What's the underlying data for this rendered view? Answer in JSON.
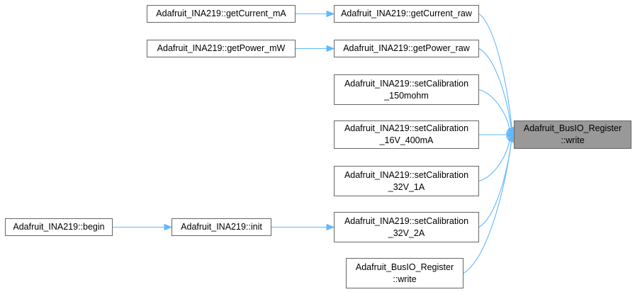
{
  "colors": {
    "edge": "#63b8ff",
    "node_border": "#666666",
    "target_fill": "#999999"
  },
  "nodes": {
    "getCurrent_mA": {
      "lines": [
        "Adafruit_INA219::getCurrent_mA"
      ]
    },
    "getCurrent_raw": {
      "lines": [
        "Adafruit_INA219::getCurrent_raw"
      ]
    },
    "getPower_mW": {
      "lines": [
        "Adafruit_INA219::getPower_mW"
      ]
    },
    "getPower_raw": {
      "lines": [
        "Adafruit_INA219::getPower_raw"
      ]
    },
    "setCal_150": {
      "lines": [
        "Adafruit_INA219::setCalibration",
        "_150mohm"
      ]
    },
    "setCal_16V": {
      "lines": [
        "Adafruit_INA219::setCalibration",
        "_16V_400mA"
      ]
    },
    "setCal_32V1A": {
      "lines": [
        "Adafruit_INA219::setCalibration",
        "_32V_1A"
      ]
    },
    "setCal_32V2A": {
      "lines": [
        "Adafruit_INA219::setCalibration",
        "_32V_2A"
      ]
    },
    "busio_write_caller": {
      "lines": [
        "Adafruit_BusIO_Register",
        "::write"
      ]
    },
    "begin": {
      "lines": [
        "Adafruit_INA219::begin"
      ]
    },
    "init": {
      "lines": [
        "Adafruit_INA219::init"
      ]
    },
    "busio_write_target": {
      "lines": [
        "Adafruit_BusIO_Register",
        "::write"
      ]
    }
  },
  "edges": [
    {
      "from": "getCurrent_mA",
      "to": "getCurrent_raw"
    },
    {
      "from": "getPower_mW",
      "to": "getPower_raw"
    },
    {
      "from": "begin",
      "to": "init"
    },
    {
      "from": "init",
      "to": "setCal_32V2A"
    },
    {
      "from": "getCurrent_raw",
      "to": "busio_write_target"
    },
    {
      "from": "getPower_raw",
      "to": "busio_write_target"
    },
    {
      "from": "setCal_150",
      "to": "busio_write_target"
    },
    {
      "from": "setCal_16V",
      "to": "busio_write_target"
    },
    {
      "from": "setCal_32V1A",
      "to": "busio_write_target"
    },
    {
      "from": "setCal_32V2A",
      "to": "busio_write_target"
    },
    {
      "from": "busio_write_caller",
      "to": "busio_write_target"
    }
  ]
}
